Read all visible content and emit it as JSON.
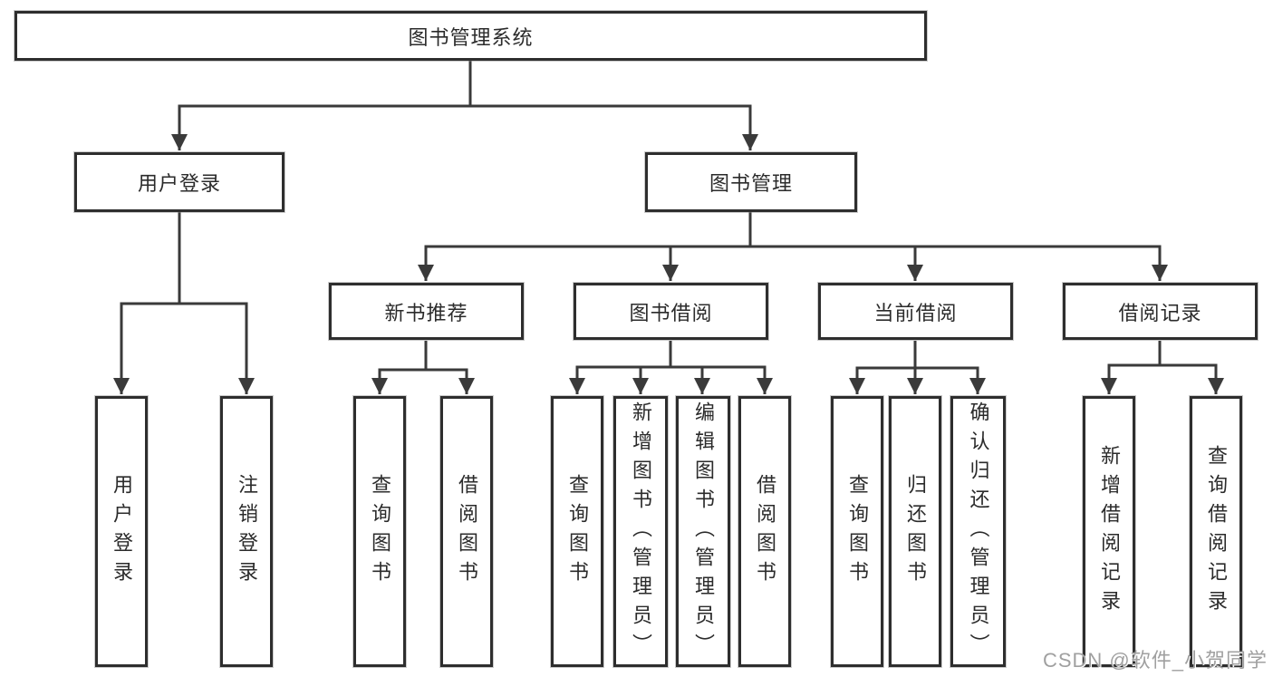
{
  "diagram": {
    "root": {
      "label": "图书管理系统",
      "children": [
        {
          "label": "用户登录",
          "children": [
            {
              "label": "用户登录"
            },
            {
              "label": "注销登录"
            }
          ]
        },
        {
          "label": "图书管理",
          "children": [
            {
              "label": "新书推荐",
              "children": [
                {
                  "label": "查询图书"
                },
                {
                  "label": "借阅图书"
                }
              ]
            },
            {
              "label": "图书借阅",
              "children": [
                {
                  "label": "查询图书"
                },
                {
                  "label": "新增图书（管理员）"
                },
                {
                  "label": "编辑图书（管理员）"
                },
                {
                  "label": "借阅图书"
                }
              ]
            },
            {
              "label": "当前借阅",
              "children": [
                {
                  "label": "查询图书"
                },
                {
                  "label": "归还图书"
                },
                {
                  "label": "确认归还（管理员）"
                }
              ]
            },
            {
              "label": "借阅记录",
              "children": [
                {
                  "label": "新增借阅记录"
                },
                {
                  "label": "查询借阅记录"
                }
              ]
            }
          ]
        }
      ]
    }
  },
  "watermark": {
    "text": "CSDN @软件_小贺同学"
  },
  "colors": {
    "line": "#3a3a3a",
    "box_border": "#2e2e2e",
    "text": "#2b2b2b",
    "background": "#ffffff",
    "watermark": "#a0a0a0"
  }
}
